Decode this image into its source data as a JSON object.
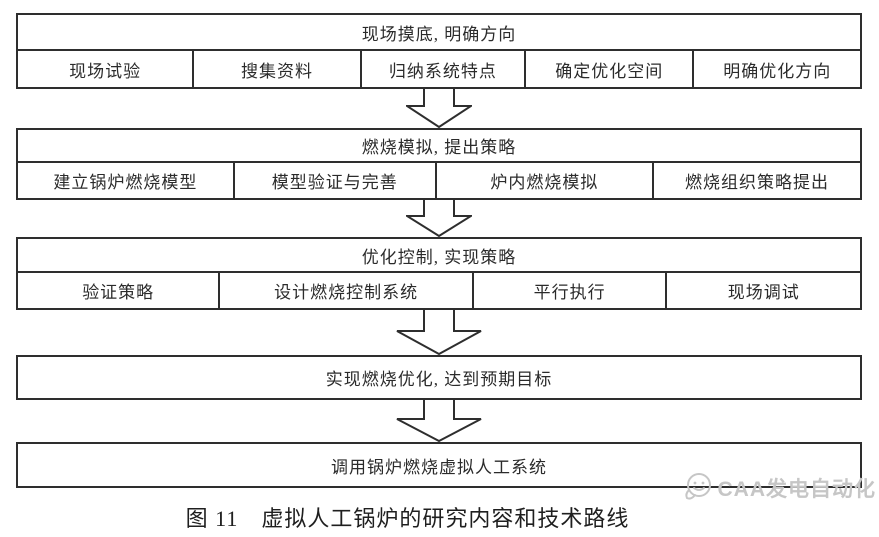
{
  "diagram": {
    "sections": [
      {
        "title": "现场摸底, 明确方向",
        "cells": [
          "现场试验",
          "搜集资料",
          "归纳系统特点",
          "确定优化空间",
          "明确优化方向"
        ]
      },
      {
        "title": "燃烧模拟, 提出策略",
        "cells": [
          "建立锅炉燃烧模型",
          "模型验证与完善",
          "炉内燃烧模拟",
          "燃烧组织策略提出"
        ]
      },
      {
        "title": "优化控制, 实现策略",
        "cells": [
          "验证策略",
          "设计燃烧控制系统",
          "平行执行",
          "现场调试"
        ]
      },
      {
        "title": "实现燃烧优化, 达到预期目标",
        "cells": []
      },
      {
        "title": "调用锅炉燃烧虚拟人工系统",
        "cells": []
      }
    ],
    "colors": {
      "border": "#2e2e2e",
      "text": "#2b2b2b",
      "background": "#ffffff",
      "watermark": "#c6c6c6"
    }
  },
  "caption": "图 11　虚拟人工锅炉的研究内容和技术路线",
  "watermark": {
    "label": "CAA发电自动化",
    "logo_icon": "chat-bubble-face-icon"
  }
}
